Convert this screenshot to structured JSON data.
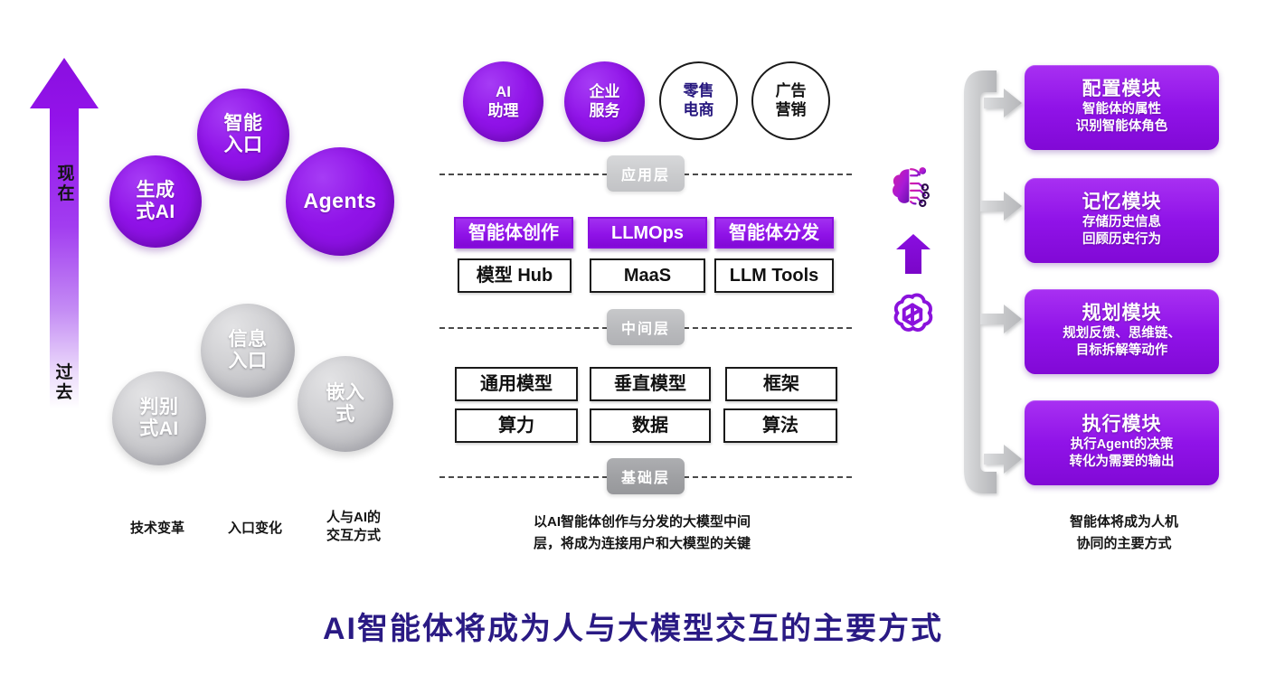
{
  "left_panel": {
    "arrow": {
      "top_label": "现在",
      "bottom_label": "过去",
      "icon": "up-arrow-gradient-icon"
    },
    "present_bubbles": [
      {
        "id": "genai",
        "label": "生成\n式AI",
        "color": "#9013e8"
      },
      {
        "id": "entry",
        "label": "智能\n入口",
        "color": "#9013e8"
      },
      {
        "id": "agents",
        "label": "Agents",
        "color": "#9013e8"
      }
    ],
    "past_bubbles": [
      {
        "id": "discriminative-ai",
        "label": "判别\n式AI",
        "color": "#c2c2c6"
      },
      {
        "id": "info-entry",
        "label": "信息\n入口",
        "color": "#cdcdd0"
      },
      {
        "id": "embedded",
        "label": "嵌入\n式",
        "color": "#bcbcc0"
      }
    ],
    "captions": [
      "技术变革",
      "入口变化",
      "人与AI的\n交互方式"
    ]
  },
  "middle_panel": {
    "application_circles": [
      {
        "id": "ai-assistant",
        "label": "AI\n助理",
        "style": "filled",
        "text_color": "#ffffff"
      },
      {
        "id": "enterprise-service",
        "label": "企业\n服务",
        "style": "filled",
        "text_color": "#ffffff"
      },
      {
        "id": "retail-ecommerce",
        "label": "零售\n电商",
        "style": "outline",
        "text_color": "#26177e"
      },
      {
        "id": "ad-marketing",
        "label": "广告\n营销",
        "style": "outline",
        "text_color": "#111111"
      }
    ],
    "layers": [
      {
        "id": "application-layer",
        "label": "应用层"
      },
      {
        "id": "middle-layer",
        "label": "中间层"
      },
      {
        "id": "base-layer",
        "label": "基础层"
      }
    ],
    "middle_layer_boxes": {
      "highlight_row": [
        {
          "id": "agent-creation",
          "label": "智能体创作"
        },
        {
          "id": "llmops",
          "label": "LLMOps"
        },
        {
          "id": "agent-distribution",
          "label": "智能体分发"
        }
      ],
      "plain_row": [
        {
          "id": "model-hub",
          "label": "模型 Hub"
        },
        {
          "id": "maas",
          "label": "MaaS"
        },
        {
          "id": "llm-tools",
          "label": "LLM Tools"
        }
      ]
    },
    "base_layer_boxes": {
      "row_1": [
        {
          "id": "general-model",
          "label": "通用模型"
        },
        {
          "id": "vertical-model",
          "label": "垂直模型"
        },
        {
          "id": "framework",
          "label": "框架"
        }
      ],
      "row_2": [
        {
          "id": "compute-power",
          "label": "算力"
        },
        {
          "id": "data",
          "label": "数据"
        },
        {
          "id": "algorithm",
          "label": "算法"
        }
      ]
    },
    "caption": "以AI智能体创作与分发的大模型中间\n层，将成为连接用户和大模型的关键"
  },
  "icon_column": {
    "icons": [
      {
        "id": "brain-circuit-icon",
        "name": "brain-circuit-icon"
      },
      {
        "id": "up-arrow-icon",
        "name": "up-arrow-icon"
      },
      {
        "id": "openai-logo-icon",
        "name": "openai-logo-icon"
      }
    ]
  },
  "right_panel": {
    "modules": [
      {
        "id": "config-module",
        "title": "配置模块",
        "sub_line_1": "智能体的属性",
        "sub_line_2": "识别智能体角色"
      },
      {
        "id": "memory-module",
        "title": "记忆模块",
        "sub_line_1": "存储历史信息",
        "sub_line_2": "回顾历史行为"
      },
      {
        "id": "plan-module",
        "title": "规划模块",
        "sub_line_1": "规划反馈、思维链、",
        "sub_line_2": "目标拆解等动作"
      },
      {
        "id": "exec-module",
        "title": "执行模块",
        "sub_line_1": "执行Agent的决策",
        "sub_line_2": "转化为需要的输出"
      }
    ],
    "caption": "智能体将成为人机\n协同的主要方式"
  },
  "footer": {
    "title": "AI智能体将成为人与大模型交互的主要方式",
    "title_color": "#2a1a84"
  },
  "colors": {
    "brand_purple": "#9013e8",
    "brand_purple_light": "#a830f2",
    "grey_bubble": "#c5c5c9",
    "spine_grey": "#c9cacc",
    "footer_navy": "#2a1a84",
    "background": "#ffffff"
  }
}
